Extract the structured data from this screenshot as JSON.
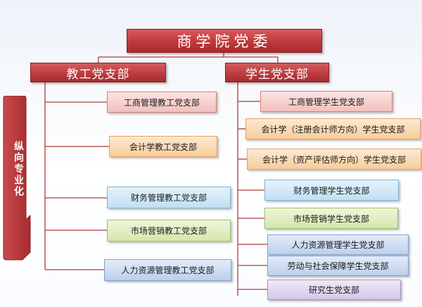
{
  "top": "商学院党委",
  "left_branch": {
    "title": "教工党支部",
    "items": [
      "工商管理教工党支部",
      "会计学教工党支部",
      "财务管理教工党支部",
      "市场营销教工党支部",
      "人力资源管理教工党支部"
    ]
  },
  "right_branch": {
    "title": "学生党支部",
    "items": [
      "工商管理学生党支部",
      "会计学（注册会计师方向）学生党支部",
      "会计学（资产评估师方向）学生党支部",
      "财务管理学生党支部",
      "市场营销学生党支部",
      "人力资源管理学生党支部",
      "劳动与社会保障学生党支部",
      "研究生党支部"
    ]
  },
  "side_label": "纵向专业化",
  "colors": {
    "primary_red": "#c0393c",
    "left_items": [
      "red",
      "orange",
      "blue",
      "green",
      "steel"
    ],
    "right_items": [
      "red",
      "orange",
      "orange",
      "blue",
      "green",
      "steel",
      "steel",
      "purple"
    ]
  }
}
